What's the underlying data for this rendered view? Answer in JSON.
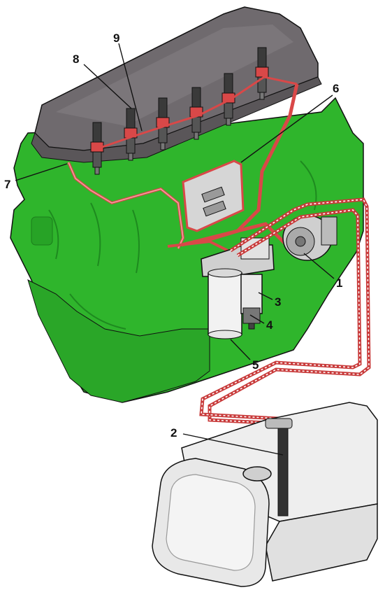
{
  "colors": {
    "engine_block": "#2fb52c",
    "engine_block_dark": "#1e8a1f",
    "valve_cover": "#6f6a6e",
    "valve_cover_light": "#8a8589",
    "fuel_line": "#d94848",
    "fuel_line_light": "#f2a6a6",
    "tank": "#eeeeee",
    "tank_shade": "#cfcfcf",
    "outline": "#111111"
  },
  "callouts": [
    {
      "id": "1",
      "text": "1"
    },
    {
      "id": "2",
      "text": "2"
    },
    {
      "id": "3",
      "text": "3"
    },
    {
      "id": "4",
      "text": "4"
    },
    {
      "id": "5",
      "text": "5"
    },
    {
      "id": "6",
      "text": "6"
    },
    {
      "id": "7",
      "text": "7"
    },
    {
      "id": "8",
      "text": "8"
    },
    {
      "id": "9",
      "text": "9"
    }
  ]
}
